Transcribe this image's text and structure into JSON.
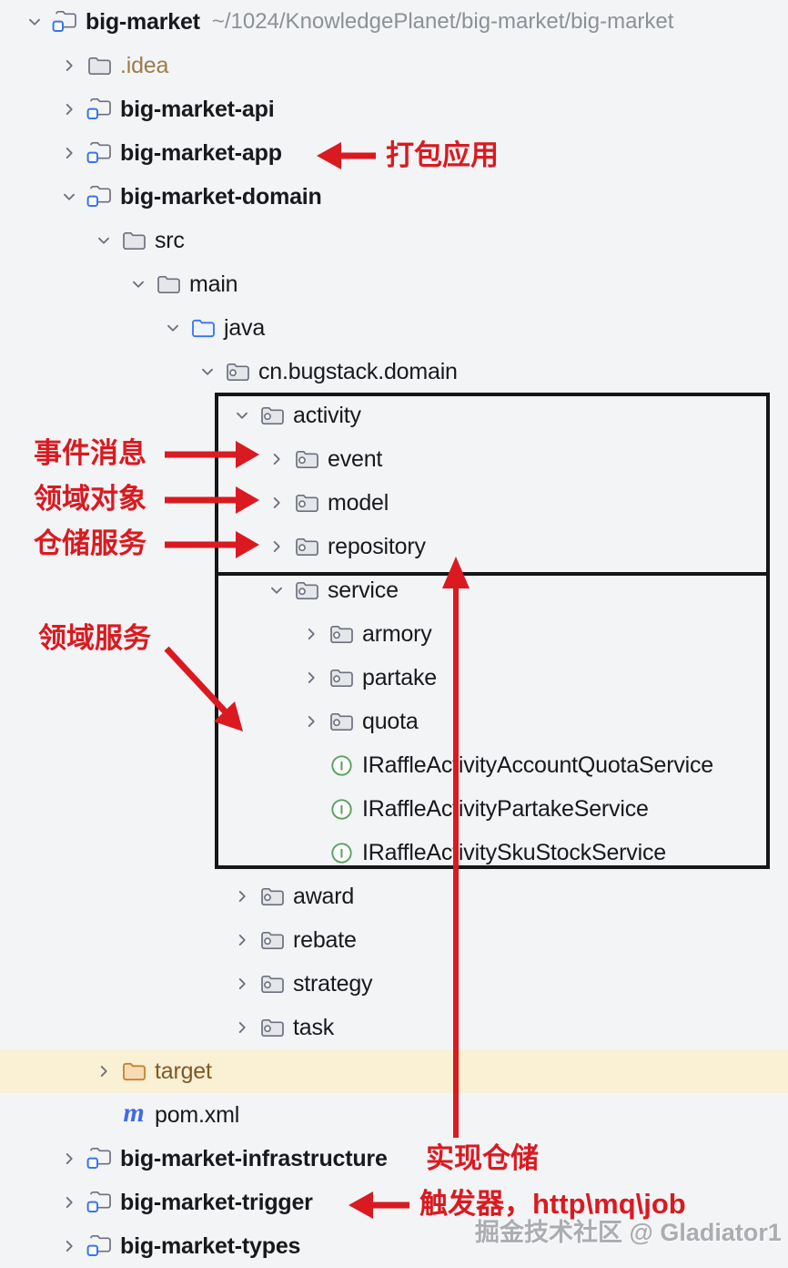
{
  "window": {
    "title": "big-market project tree"
  },
  "colors": {
    "annotation_red": "#DA1A20",
    "selected_row_bg": "#FAF0D4",
    "source_root_blue": "#3574F0",
    "interface_green": "#57A25C",
    "excluded_orange": "#C8802F",
    "box_border": "#161616"
  },
  "tree": {
    "items": [
      {
        "label": "big-market",
        "path_suffix": "~/1024/KnowledgePlanet/big-market/big-market",
        "level": 0,
        "chevron": "down",
        "icon": "module",
        "bold": true
      },
      {
        "label": ".idea",
        "level": 1,
        "chevron": "right",
        "icon": "folder",
        "color": "idea"
      },
      {
        "label": "big-market-api",
        "level": 1,
        "chevron": "right",
        "icon": "module",
        "bold": true
      },
      {
        "label": "big-market-app",
        "level": 1,
        "chevron": "right",
        "icon": "module",
        "bold": true
      },
      {
        "label": "big-market-domain",
        "level": 1,
        "chevron": "down",
        "icon": "module",
        "bold": true
      },
      {
        "label": "src",
        "level": 2,
        "chevron": "down",
        "icon": "folder"
      },
      {
        "label": "main",
        "level": 3,
        "chevron": "down",
        "icon": "folder"
      },
      {
        "label": "java",
        "level": 4,
        "chevron": "down",
        "icon": "folder-source"
      },
      {
        "label": "cn.bugstack.domain",
        "level": 5,
        "chevron": "down",
        "icon": "package"
      },
      {
        "label": "activity",
        "level": 6,
        "chevron": "down",
        "icon": "package"
      },
      {
        "label": "event",
        "level": 7,
        "chevron": "right",
        "icon": "package"
      },
      {
        "label": "model",
        "level": 7,
        "chevron": "right",
        "icon": "package"
      },
      {
        "label": "repository",
        "level": 7,
        "chevron": "right",
        "icon": "package"
      },
      {
        "label": "service",
        "level": 7,
        "chevron": "down",
        "icon": "package"
      },
      {
        "label": "armory",
        "level": 8,
        "chevron": "right",
        "icon": "package"
      },
      {
        "label": "partake",
        "level": 8,
        "chevron": "right",
        "icon": "package"
      },
      {
        "label": "quota",
        "level": 8,
        "chevron": "right",
        "icon": "package"
      },
      {
        "label": "IRaffleActivityAccountQuotaService",
        "level": 8,
        "chevron": "none",
        "icon": "interface"
      },
      {
        "label": "IRaffleActivityPartakeService",
        "level": 8,
        "chevron": "none",
        "icon": "interface"
      },
      {
        "label": "IRaffleActivitySkuStockService",
        "level": 8,
        "chevron": "none",
        "icon": "interface"
      },
      {
        "label": "award",
        "level": 6,
        "chevron": "right",
        "icon": "package"
      },
      {
        "label": "rebate",
        "level": 6,
        "chevron": "right",
        "icon": "package"
      },
      {
        "label": "strategy",
        "level": 6,
        "chevron": "right",
        "icon": "package"
      },
      {
        "label": "task",
        "level": 6,
        "chevron": "right",
        "icon": "package"
      },
      {
        "label": "target",
        "level": 2,
        "chevron": "right",
        "icon": "folder-excluded",
        "color": "excluded",
        "selected": true
      },
      {
        "label": "pom.xml",
        "level": 2,
        "chevron": "none",
        "icon": "maven"
      },
      {
        "label": "big-market-infrastructure",
        "level": 1,
        "chevron": "right",
        "icon": "module",
        "bold": true
      },
      {
        "label": "big-market-trigger",
        "level": 1,
        "chevron": "right",
        "icon": "module",
        "bold": true
      },
      {
        "label": "big-market-types",
        "level": 1,
        "chevron": "right",
        "icon": "module",
        "bold": true
      }
    ]
  },
  "annotations": {
    "app_label": "打包应用",
    "event_label": "事件消息",
    "model_label": "领域对象",
    "repository_label": "仓储服务",
    "service_label": "领域服务",
    "infrastructure_label": "实现仓储",
    "trigger_label": "触发器，http\\mq\\job",
    "watermark": "掘金技术社区 @ Gladiator1"
  }
}
